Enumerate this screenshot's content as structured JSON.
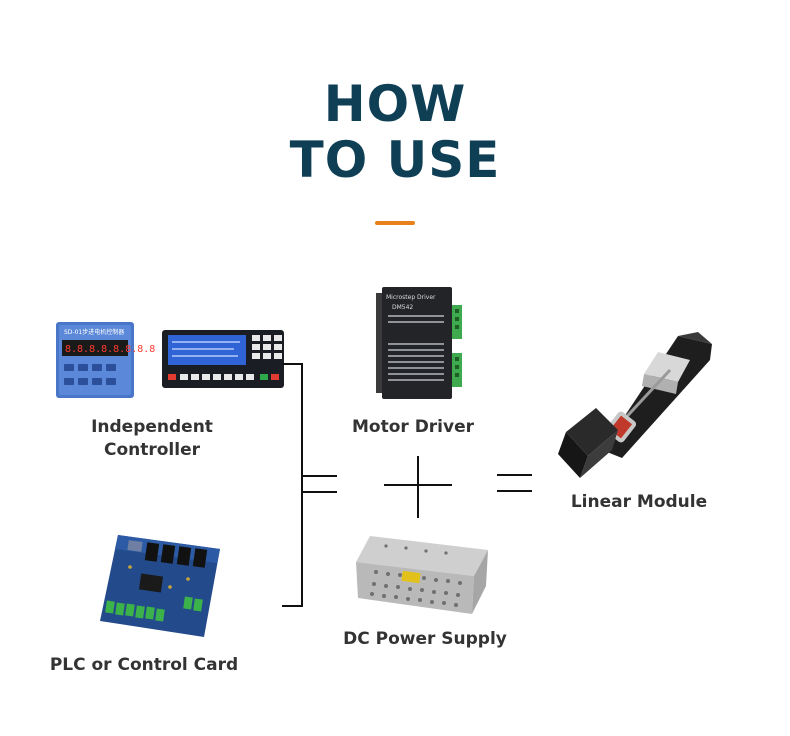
{
  "header": {
    "title_line1": "HOW",
    "title_line2": "TO USE",
    "accent_color": "#e8801c",
    "title_color": "#0f3f55"
  },
  "items": {
    "independent_controller": {
      "line1": "Independent",
      "line2": "Controller"
    },
    "plc": {
      "label": "PLC or Control Card"
    },
    "motor_driver": {
      "label": "Motor Driver",
      "panel_title": "Microstep Driver",
      "model": "DM542"
    },
    "power_supply": {
      "label": "DC Power Supply"
    },
    "linear_module": {
      "label": "Linear Module"
    }
  },
  "controller_panel": {
    "title": "SD-01步进电机控制器",
    "display": "8.8.8.8.8.8.8.8"
  },
  "icons": [
    "controller-device-icon",
    "hmi-panel-icon",
    "plc-board-icon",
    "motor-driver-icon",
    "power-supply-icon",
    "linear-module-icon"
  ]
}
